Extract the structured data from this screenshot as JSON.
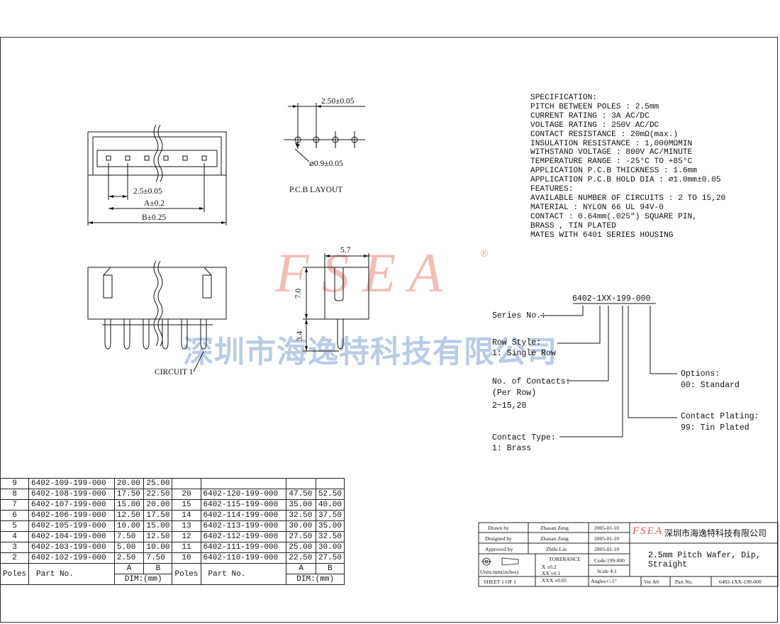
{
  "watermark": {
    "latin": "FSEA",
    "chinese": "深圳市海逸特科技有限公司"
  },
  "specification": [
    "SPECIFICATION:",
    "PITCH BETWEEN POLES : 2.5mm",
    "CURRENT RATING : 3A AC/DC",
    "VOLTAGE RATING : 250V AC/DC",
    "CONTACT RESISTANCE : 20mΩ(max.)",
    "INSULATION RESISTANCE : 1,000MΩMIN",
    "WITHSTAND VOLTAGE : 800V AC/MINUTE",
    "TEMPERATURE RANGE : -25°C TO +85°C",
    "APPLICATION P.C.B THICKNESS : 1.6mm",
    "APPLICATION P.C.B HOLD DIA :   ⌀1.0mm±0.05",
    "FEATURES:",
    "AVAILABLE NUMBER OF CIRCUITS : 2 TO 15,20",
    "MATERIAL : NYLON 66   UL 94V-0",
    "CONTACT : 0.64mm(.025\") SQUARE PIN,",
    " BRASS  , TIN PLATED",
    "MATES WITH 6401   SERIES HOUSING"
  ],
  "drawing": {
    "dim_pitch": "2.5±0.05",
    "dim_a": "A±0.2",
    "dim_b": "B±0.25",
    "pcb_pitch": "2.50±0.05",
    "pcb_hole": "⌀0.9±0.05",
    "pcb_title": "P.C.B LAYOUT",
    "side_width": "5.7",
    "side_height": "7.0",
    "side_pin": "3.4",
    "circuit_label": "CIRCUIT 1"
  },
  "part_code": {
    "code": "6402-1XX-199-000",
    "series": "Series No.:",
    "row_style": [
      "Row Style:",
      "1: Single Row"
    ],
    "contacts": [
      "No. of Contacts:",
      "(Per Row)",
      "2~15,20"
    ],
    "contact_type": [
      "Contact Type:",
      "1: Brass"
    ],
    "options": [
      "Options:",
      "00: Standard"
    ],
    "plating": [
      "Contact Plating:",
      "99: Tin Plated"
    ]
  },
  "parts_table": {
    "headers": {
      "poles": "Poles",
      "part": "Part No.",
      "a": "A",
      "b": "B",
      "dim": "DIM:(mm)"
    },
    "left": [
      [
        "9",
        "6402-109-199-000",
        "20.00",
        "25.00"
      ],
      [
        "8",
        "6402-108-199-000",
        "17.50",
        "22.50"
      ],
      [
        "7",
        "6402-107-199-000",
        "15.00",
        "20.00"
      ],
      [
        "6",
        "6402-106-199-000",
        "12.50",
        "17.50"
      ],
      [
        "5",
        "6402-105-199-000",
        "10.00",
        "15.00"
      ],
      [
        "4",
        "6402-104-199-000",
        "7.50",
        "12.50"
      ],
      [
        "3",
        "6402-103-199-000",
        "5.00",
        "10.00"
      ],
      [
        "2",
        "6402-102-199-000",
        "2.50",
        "7.50"
      ]
    ],
    "right": [
      [
        "",
        "",
        "",
        ""
      ],
      [
        "20",
        "6402-120-199-000",
        "47.50",
        "52.50"
      ],
      [
        "15",
        "6402-115-199-000",
        "35.00",
        "40.00"
      ],
      [
        "14",
        "6402-114-199-000",
        "32.50",
        "37.50"
      ],
      [
        "13",
        "6402-113-199-000",
        "30.00",
        "35.00"
      ],
      [
        "12",
        "6402-112-199-000",
        "27.50",
        "32.50"
      ],
      [
        "11",
        "6402-111-199-000",
        "25.00",
        "30.00"
      ],
      [
        "10",
        "6402-110-199-000",
        "22.50",
        "27.50"
      ]
    ]
  },
  "title_block": {
    "drawn_label": "Drawn   by",
    "drawn_name": "Zhaoan Zeng",
    "drawn_date": "2005-01-10",
    "designed_label": "Designed  by",
    "designed_name": "Zhaoan Zeng",
    "designed_date": "2005-01-10",
    "approved_label": "Approved by",
    "approved_name": "Zhifu Lin",
    "approved_date": "2005-01-10",
    "units": "Units:mm(inches)",
    "tolerance": "TORERANCE",
    "tol_x": ".X     ±0.2",
    "tol_xx": ".XX    ±0.1",
    "tol_xxx": ".XXX   ±0.05",
    "code": "Code:199-000",
    "scale": "Scale 4:1",
    "angles": "Angles+\\-1°",
    "sheet": "SHEET  1  OF  1",
    "logo": "FSEA",
    "company": "深圳市海逸特科技有限公司",
    "title_line1": "2.5mm  Pitch  Wafer,  Dip,",
    "title_line2": "Straight",
    "ver": "Ver A0",
    "part_label": "Part No.",
    "part_value": "6402-1XX-199-000"
  }
}
